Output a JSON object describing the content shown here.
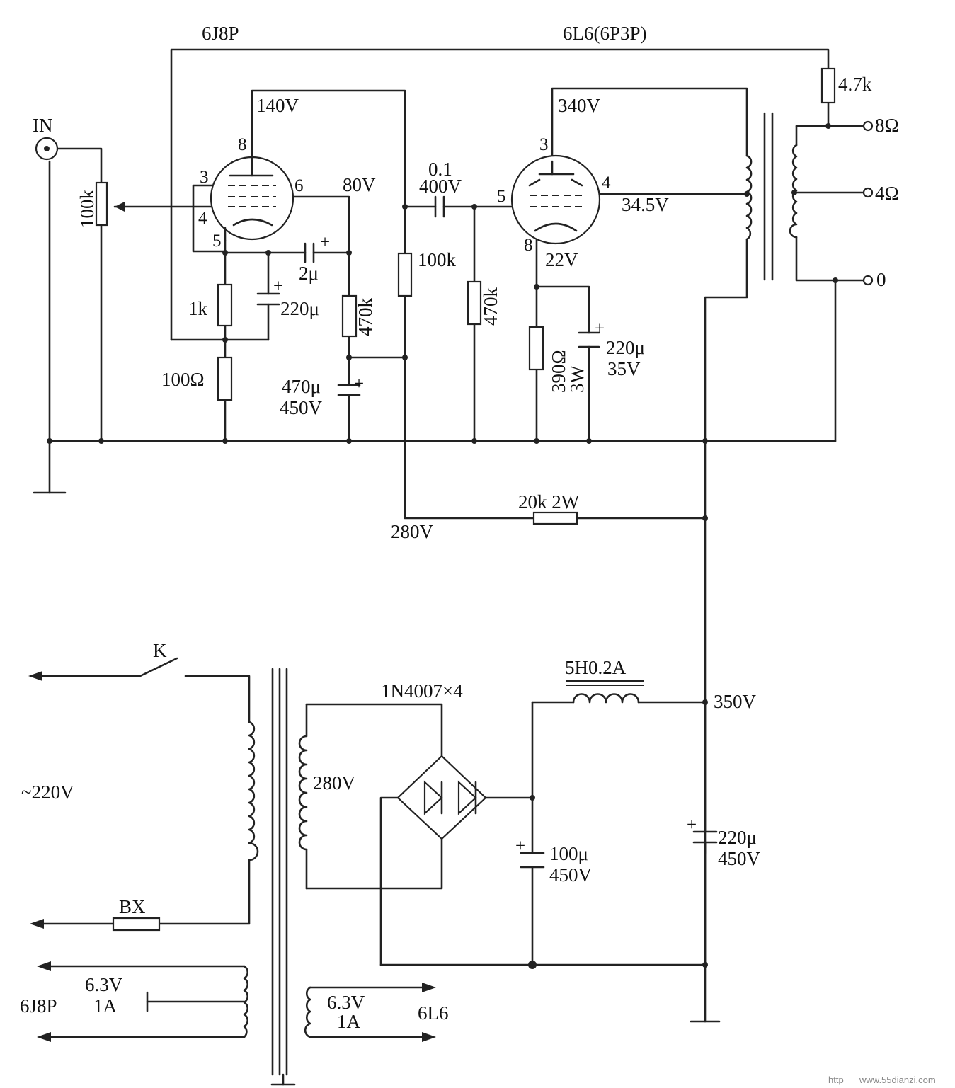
{
  "tubes": {
    "preamp": "6J8P",
    "power": "6L6(6P3P)"
  },
  "input": {
    "label": "IN",
    "pot": "100k"
  },
  "preamp": {
    "pins": {
      "plate": "8",
      "g3": "3",
      "g1": "4",
      "g2": "6",
      "cathode": "5"
    },
    "plate_voltage": "140V",
    "screen_voltage": "80V",
    "cathode_res": "1k",
    "cathode_cap": "220μ",
    "feedback_res": "100Ω",
    "screen_cap": "2μ",
    "screen_res": "470k",
    "plate_load": "100k",
    "decoupling_cap": "470μ",
    "decoupling_cap_v": "450V"
  },
  "coupling": {
    "cap": "0.1",
    "cap_v": "400V",
    "grid_res": "470k"
  },
  "power": {
    "pins": {
      "plate": "3",
      "g2": "4",
      "g1": "5",
      "cathode": "8"
    },
    "plate_voltage": "340V",
    "screen_voltage": "34.5V",
    "cathode_voltage": "22V",
    "cathode_res": "390Ω",
    "cathode_res_w": "3W",
    "cathode_cap": "220μ",
    "cathode_cap_v": "35V"
  },
  "output": {
    "feedback_res": "4.7k",
    "taps": [
      "8Ω",
      "4Ω",
      "0"
    ]
  },
  "supply": {
    "dropping_res": "20k 2W",
    "b_low": "280V",
    "b_high": "350V",
    "choke": "5H0.2A",
    "rectifier": "1N4007×4",
    "secondary": "280V",
    "filter1": "100μ",
    "filter1_v": "450V",
    "filter2": "220μ",
    "filter2_v": "450V"
  },
  "mains": {
    "switch": "K",
    "voltage": "~220V",
    "fuse": "BX"
  },
  "heaters": {
    "h1_v": "6.3V",
    "h1_a": "1A",
    "h1_tube": "6J8P",
    "h2_v": "6.3V",
    "h2_a": "1A",
    "h2_tube": "6L6"
  },
  "watermark": {
    "prefix": "http",
    "site": "www.55dianzi.com"
  }
}
